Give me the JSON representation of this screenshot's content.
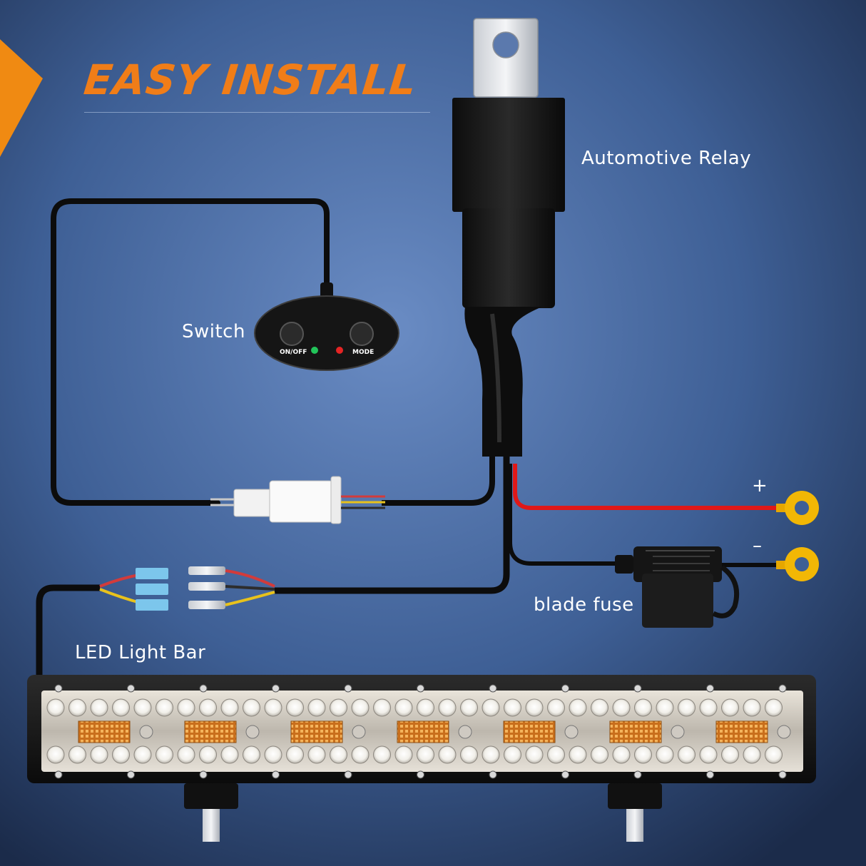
{
  "title": "EASY INSTALL",
  "labels": {
    "relay": "Automotive Relay",
    "switch": "Switch",
    "fuse": "blade fuse",
    "light_bar": "LED Light Bar",
    "positive": "+",
    "negative": "–"
  },
  "switch_buttons": {
    "power": "ON/OFF",
    "mode": "MODE"
  },
  "colors": {
    "accent": "#f07d18",
    "background": "#3a5a8f",
    "positive_wire": "#e01818",
    "terminal": "#f2b705",
    "led_amber": "#f0a640"
  },
  "icons": [
    "relay-icon",
    "switch-icon",
    "fuse-icon",
    "ring-terminal-icon",
    "led-light-bar-icon",
    "connector-icon"
  ]
}
